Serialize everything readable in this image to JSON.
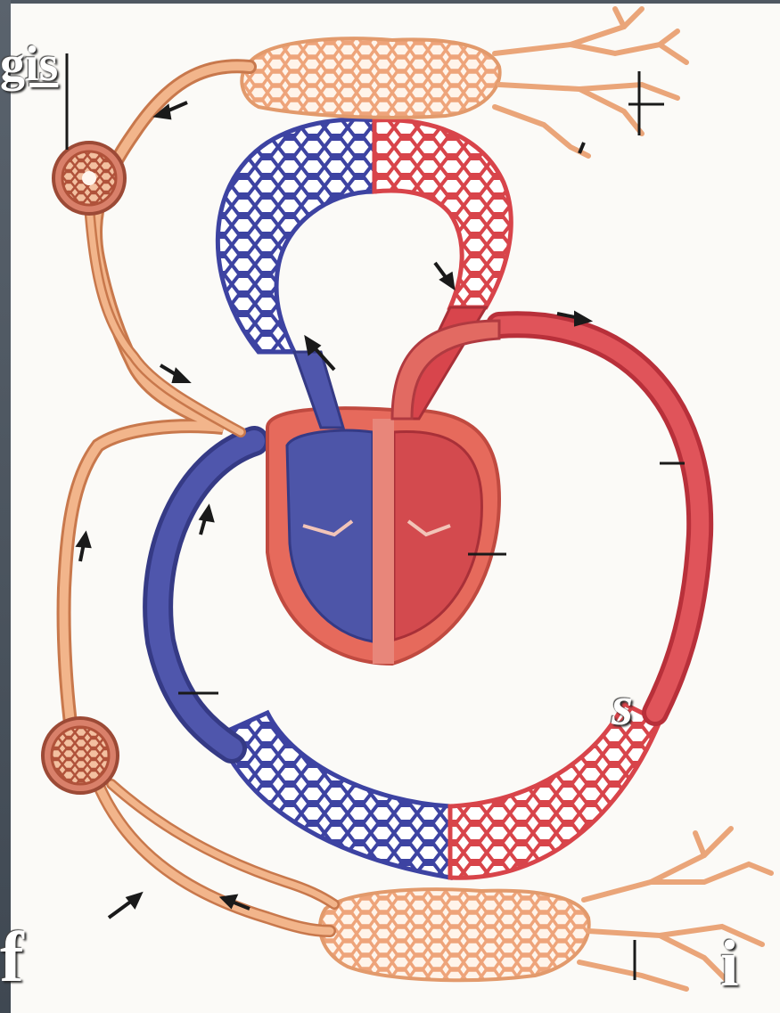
{
  "slide": {
    "overlay_text": {
      "top_left": "gis",
      "right_middle": "s",
      "bottom_left": "f",
      "bottom_right": "i"
    }
  },
  "diagram": {
    "colors": {
      "background": "#4f5862",
      "panel": "#fbfaf7",
      "deoxygenated": "#4a4f9e",
      "deoxygenated_dark": "#353a85",
      "oxygenated": "#d94a4a",
      "oxygenated_dark": "#c03636",
      "lymph_vessel": "#f0ad80",
      "lymph_vessel_dark": "#c8784c",
      "heart_wall": "#e06a5c",
      "arrow": "#1a1a1a"
    },
    "parts": [
      "heart",
      "lung-capillary-bed",
      "systemic-capillary-bed",
      "lymph-capillaries",
      "lymph-nodes",
      "vena-cava",
      "aorta"
    ]
  }
}
